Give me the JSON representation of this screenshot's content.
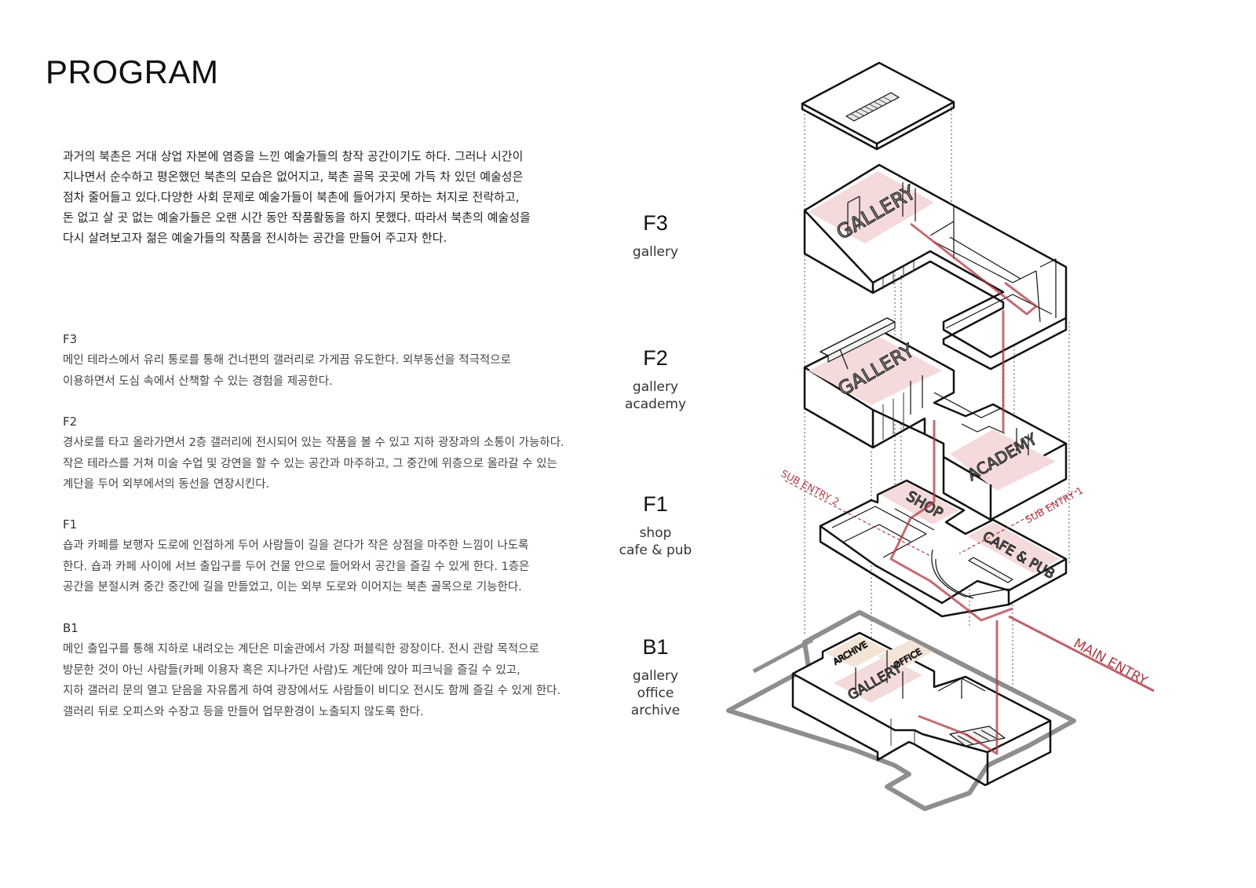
{
  "title": "PROGRAM",
  "intro": [
    "과거의 북촌은 거대 상업 자본에 염증을 느낀 예술가들의 창작 공간이기도 하다. 그러나 시간이",
    "지나면서 순수하고 평온했던 북촌의 모습은 없어지고, 북촌 골목 곳곳에 가득 차 있던 예술성은",
    "점차 줄어들고 있다.다양한 사회 문제로 예술가들이 북촌에 들어가지 못하는 처지로 전락하고,",
    "돈 없고 살 곳 없는 예술가들은 오랜 시간 동안 작품활동을 하지 못했다. 따라서 북촌의 예술성을",
    "다시 살려보고자 젊은 예술가들의 작품을 전시하는 공간을 만들어 주고자 한다."
  ],
  "sections": [
    {
      "heading": "F3",
      "lines": [
        "메인 테라스에서 유리 통로를 통해 건너편의 갤러리로 가게끔 유도한다. 외부동선을 적극적으로",
        "이용하면서 도심 속에서 산책할 수 있는 경험을 제공한다."
      ]
    },
    {
      "heading": "F2",
      "lines": [
        "경사로를 타고 올라가면서 2층 갤러리에 전시되어 있는 작품을 볼 수 있고 지하 광장과의 소통이 가능하다.",
        "작은 테라스를 거쳐 미술 수업 및 강연을 할 수 있는 공간과 마주하고, 그 중간에 위층으로 올라갈 수 있는",
        "계단을 두어 외부에서의 동선을 연장시킨다."
      ]
    },
    {
      "heading": "F1",
      "lines": [
        "숍과 카페를 보행자 도로에 인접하게 두어 사람들이 길을 걷다가 작은 상점을 마주한 느낌이 나도록",
        "한다. 숍과 카페 사이에 서브 출입구를 두어 건물 안으로 들어와서 공간을 즐길 수 있게 한다. 1층은",
        "공간을 분절시켜 중간 중간에 길을 만들었고, 이는 외부 도로와 이어지는 북촌 골목으로 기능한다."
      ]
    },
    {
      "heading": "B1",
      "lines": [
        "메인 출입구를 통해 지하로 내려오는 계단은 미술관에서 가장 퍼블릭한 광장이다. 전시 관람 목적으로",
        "방문한 것이 아닌 사람들(카페 이용자 혹은 지나가던 사람)도 계단에 앉아 피크닉을 즐길 수 있고,",
        "지하 갤러리 문의 열고 닫음을 자유롭게 하여 광장에서도 사람들이 비디오 전시도 함께 즐길 수 있게 한다.",
        "갤러리 뒤로 오피스와 수장고 등을 만들어 업무환경이 노출되지 않도록 한다."
      ]
    }
  ],
  "floors": [
    {
      "code": "F3",
      "uses": [
        "gallery"
      ]
    },
    {
      "code": "F2",
      "uses": [
        "gallery",
        "academy"
      ]
    },
    {
      "code": "F1",
      "uses": [
        "shop",
        "cafe & pub"
      ]
    },
    {
      "code": "B1",
      "uses": [
        "gallery",
        "office",
        "archive"
      ]
    }
  ],
  "room_labels": {
    "f3_gallery": "GALLERY",
    "f2_gallery": "GALLERY",
    "f2_academy": "ACADEMY",
    "f1_shop": "SHOP",
    "f1_cafe": "CAFE & PUB",
    "b1_gallery": "GALLERY",
    "b1_office": "OFFICE",
    "b1_archive": "ARCHIVE"
  },
  "entries": {
    "sub_entry_1": "SUB ENTRY 1",
    "sub_entry_2": "SUB ENTRY 2",
    "main_entry": "MAIN ENTRY"
  },
  "colors": {
    "circulation_red": "#b03a44",
    "room_fill_pink": "#f4dada",
    "room_fill_beige": "#f3e4d6",
    "site_outline_gray": "#8e8e8e",
    "line_black": "#111111"
  }
}
